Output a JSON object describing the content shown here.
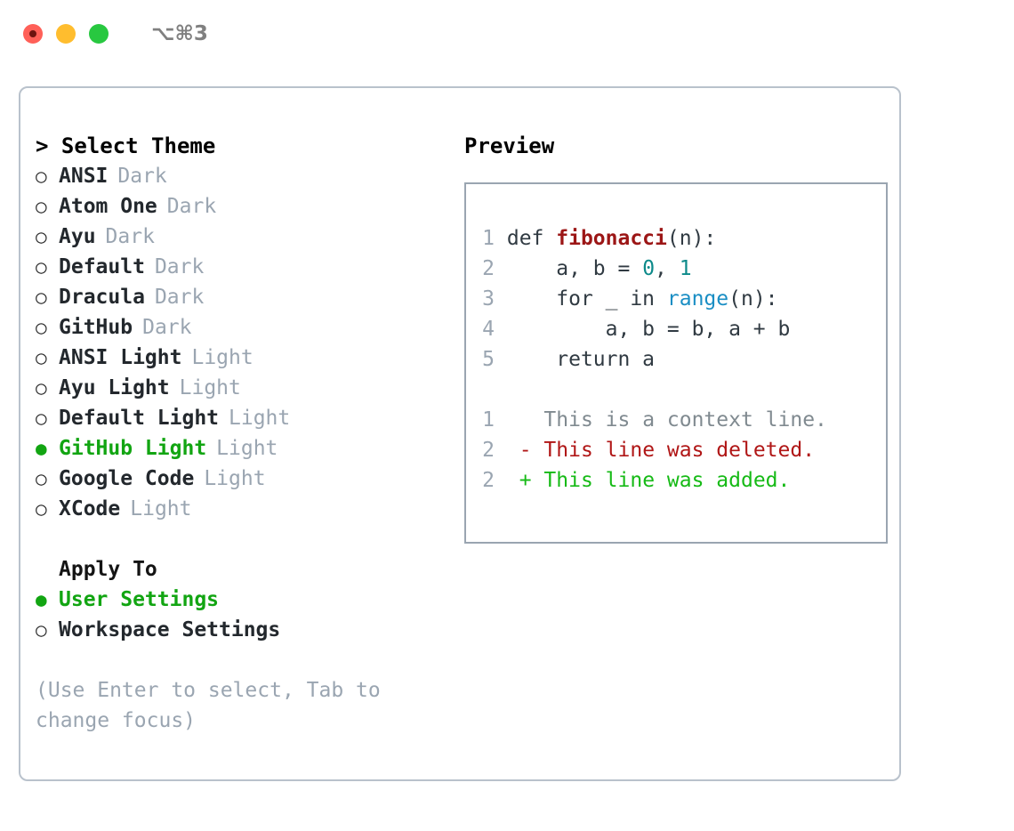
{
  "titlebar": {
    "shortcut": "⌥⌘3",
    "lights": [
      "close-red",
      "minimize-yellow",
      "maximize-green"
    ]
  },
  "left": {
    "section_title": "> Select Theme",
    "themes": [
      {
        "bullet": "○",
        "name": "ANSI",
        "tag": "Dark",
        "selected": false
      },
      {
        "bullet": "○",
        "name": "Atom One",
        "tag": "Dark",
        "selected": false
      },
      {
        "bullet": "○",
        "name": "Ayu",
        "tag": "Dark",
        "selected": false
      },
      {
        "bullet": "○",
        "name": "Default",
        "tag": "Dark",
        "selected": false
      },
      {
        "bullet": "○",
        "name": "Dracula",
        "tag": "Dark",
        "selected": false
      },
      {
        "bullet": "○",
        "name": "GitHub",
        "tag": "Dark",
        "selected": false
      },
      {
        "bullet": "○",
        "name": "ANSI Light",
        "tag": "Light",
        "selected": false
      },
      {
        "bullet": "○",
        "name": "Ayu Light",
        "tag": "Light",
        "selected": false
      },
      {
        "bullet": "○",
        "name": "Default Light",
        "tag": "Light",
        "selected": false
      },
      {
        "bullet": "●",
        "name": "GitHub Light",
        "tag": "Light",
        "selected": true
      },
      {
        "bullet": "○",
        "name": "Google Code",
        "tag": "Light",
        "selected": false
      },
      {
        "bullet": "○",
        "name": "XCode",
        "tag": "Light",
        "selected": false
      }
    ],
    "apply_to": {
      "title": "Apply To",
      "options": [
        {
          "bullet": "●",
          "label": "User Settings",
          "selected": true
        },
        {
          "bullet": "○",
          "label": "Workspace Settings",
          "selected": false
        }
      ]
    },
    "hint": "(Use Enter to select, Tab to change focus)"
  },
  "right": {
    "preview_title": "Preview",
    "code": [
      {
        "ln": "1",
        "tokens": [
          {
            "t": "def ",
            "c": "kw"
          },
          {
            "t": "fibonacci",
            "c": "fn"
          },
          {
            "t": "(n):",
            "c": "plain"
          }
        ]
      },
      {
        "ln": "2",
        "tokens": [
          {
            "t": "    a, b = ",
            "c": "plain"
          },
          {
            "t": "0",
            "c": "num"
          },
          {
            "t": ", ",
            "c": "plain"
          },
          {
            "t": "1",
            "c": "num"
          }
        ]
      },
      {
        "ln": "3",
        "tokens": [
          {
            "t": "    for _ in ",
            "c": "kw"
          },
          {
            "t": "range",
            "c": "bif"
          },
          {
            "t": "(n):",
            "c": "plain"
          }
        ]
      },
      {
        "ln": "4",
        "tokens": [
          {
            "t": "        a, b = b, a + b",
            "c": "plain"
          }
        ]
      },
      {
        "ln": "5",
        "tokens": [
          {
            "t": "    return a",
            "c": "kw"
          }
        ]
      }
    ],
    "diff": [
      {
        "ln": "1",
        "marker": " ",
        "text": "This is a context line.",
        "kind": "ctx"
      },
      {
        "ln": "2",
        "marker": "-",
        "text": "This line was deleted.",
        "kind": "del"
      },
      {
        "ln": "2",
        "marker": "+",
        "text": "This line was added.",
        "kind": "add"
      }
    ]
  },
  "colors": {
    "selected_green": "#12a512",
    "added_green": "#16ba16",
    "deleted_red": "#b01616",
    "function_red": "#9c1616",
    "number_teal": "#0d8a8a",
    "builtin_blue": "#1a8ec4",
    "muted_gray": "#9aa5b1",
    "border_gray": "#b9c2cc"
  }
}
